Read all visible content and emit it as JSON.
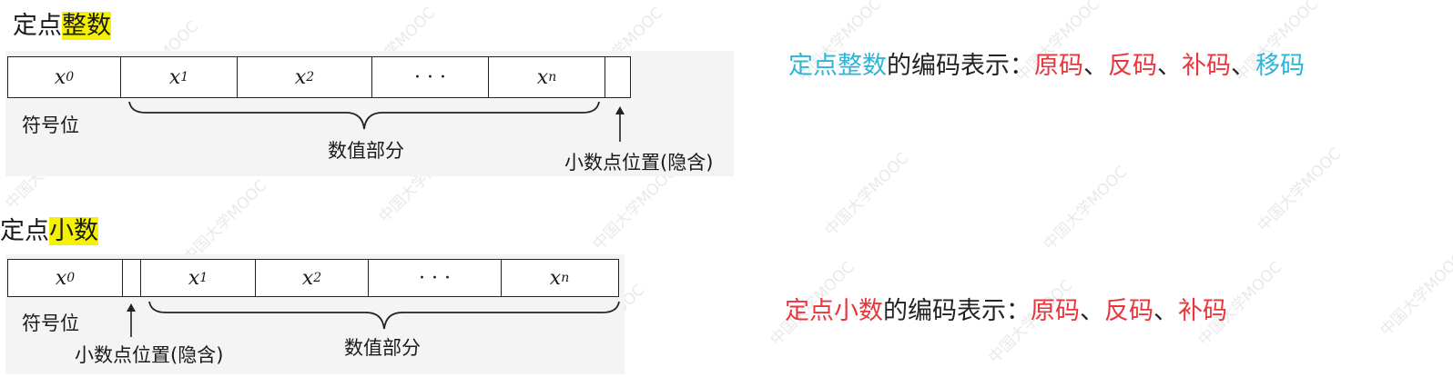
{
  "watermark": "中国大学MOOC",
  "integer": {
    "heading_prefix": "定点",
    "heading_highlight": "整数",
    "cells": [
      {
        "base": "x",
        "sub": "0"
      },
      {
        "base": "x",
        "sub": "1"
      },
      {
        "base": "x",
        "sub": "2"
      },
      {
        "base": "· · ·",
        "sub": ""
      },
      {
        "base": "x",
        "sub": "n"
      },
      {
        "base": "",
        "sub": ""
      }
    ],
    "sign_label": "符号位",
    "value_label": "数值部分",
    "point_label": "小数点位置(隐含)",
    "desc_term": "定点整数",
    "desc_mid": "的编码表示：",
    "codes": [
      "原码",
      "反码",
      "补码",
      "移码"
    ],
    "separator": "、"
  },
  "fraction": {
    "heading_prefix": "定点",
    "heading_highlight": "小数",
    "cells": [
      {
        "base": "x",
        "sub": "0"
      },
      {
        "base": "",
        "sub": ""
      },
      {
        "base": "x",
        "sub": "1"
      },
      {
        "base": "x",
        "sub": "2"
      },
      {
        "base": "· · ·",
        "sub": ""
      },
      {
        "base": "x",
        "sub": "n"
      }
    ],
    "sign_label": "符号位",
    "value_label": "数值部分",
    "point_label": "小数点位置(隐含)",
    "desc_term": "定点小数",
    "desc_mid": "的编码表示：",
    "codes": [
      "原码",
      "反码",
      "补码"
    ],
    "separator": "、"
  },
  "colors": {
    "red": "#e8363c",
    "cyan": "#2bb6d9",
    "highlight": "#f5f200"
  }
}
